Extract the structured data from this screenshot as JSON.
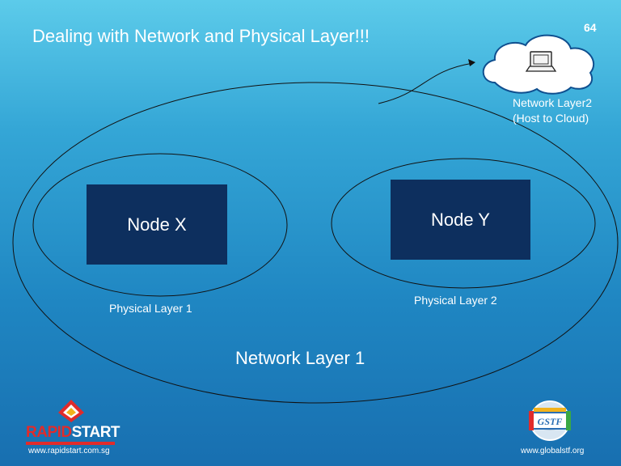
{
  "slide": {
    "title": "Dealing with Network and Physical Layer!!!",
    "page_number": "64"
  },
  "diagram": {
    "nodes": [
      {
        "id": "node-x",
        "label": "Node X"
      },
      {
        "id": "node-y",
        "label": "Node Y"
      }
    ],
    "physical_layers": [
      {
        "label": "Physical Layer 1"
      },
      {
        "label": "Physical Layer 2"
      }
    ],
    "network_layer_1": {
      "label": "Network Layer 1"
    },
    "cloud": {
      "line1": "Network Layer2",
      "line2": "(Host to Cloud)",
      "icon": "laptop-icon"
    }
  },
  "footer": {
    "rapidstart": {
      "brand_a": "RAPID",
      "brand_b": "START",
      "url": "www.rapidstart.com.sg"
    },
    "gstf": {
      "logo_text": "GSTF",
      "url": "www.globalstf.org"
    }
  },
  "colors": {
    "node_fill": "#0d2f5e",
    "accent_red": "#e12b2b"
  }
}
